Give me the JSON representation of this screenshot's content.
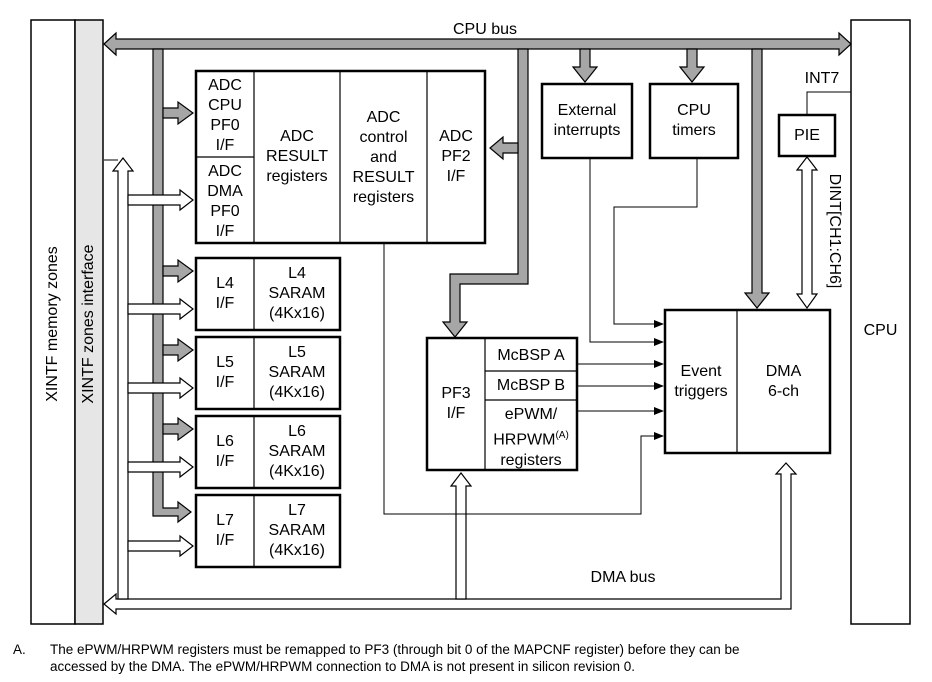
{
  "labels": {
    "cpu_bus": "CPU bus",
    "dma_bus": "DMA bus",
    "xintf_memory_zones": "XINTF memory zones",
    "xintf_zones_interface": "XINTF zones interface",
    "cpu": "CPU",
    "int7": "INT7",
    "pie": "PIE",
    "dint": "DINT[CH1:CH6]",
    "external_interrupts": [
      "External",
      "interrupts"
    ],
    "cpu_timers": [
      "CPU",
      "timers"
    ],
    "adc_cpu_pf0": [
      "ADC",
      "CPU",
      "PF0",
      "I/F"
    ],
    "adc_dma_pf0": [
      "ADC",
      "DMA",
      "PF0",
      "I/F"
    ],
    "adc_result_registers": [
      "ADC",
      "RESULT",
      "registers"
    ],
    "adc_control": [
      "ADC",
      "control",
      "and",
      "RESULT",
      "registers"
    ],
    "adc_pf2": [
      "ADC",
      "PF2",
      "I/F"
    ],
    "saram_blocks": [
      {
        "if": [
          "L4",
          "I/F"
        ],
        "mem": [
          "L4",
          "SARAM",
          "(4Kx16)"
        ]
      },
      {
        "if": [
          "L5",
          "I/F"
        ],
        "mem": [
          "L5",
          "SARAM",
          "(4Kx16)"
        ]
      },
      {
        "if": [
          "L6",
          "I/F"
        ],
        "mem": [
          "L6",
          "SARAM",
          "(4Kx16)"
        ]
      },
      {
        "if": [
          "L7",
          "I/F"
        ],
        "mem": [
          "L7",
          "SARAM",
          "(4Kx16)"
        ]
      }
    ],
    "pf3_if": [
      "PF3",
      "I/F"
    ],
    "mcbsp_a": "McBSP A",
    "mcbsp_b": "McBSP B",
    "epwm": [
      "ePWM/",
      "HRPWM",
      "registers"
    ],
    "epwm_sup": "(A)",
    "event_triggers": [
      "Event",
      "triggers"
    ],
    "dma": [
      "DMA",
      "6-ch"
    ]
  },
  "footnote": {
    "marker": "A.",
    "line1": "The ePWM/HRPWM registers must be remapped to PF3 (through bit 0 of the MAPCNF register) before they can be",
    "line2": "accessed by the DMA. The ePWM/HRPWM connection to DMA is not present in silicon revision 0."
  },
  "colors": {
    "bus_fill": "#a6a6a6",
    "line": "#000000",
    "memory_zone_fill": "#e6e6e6"
  }
}
